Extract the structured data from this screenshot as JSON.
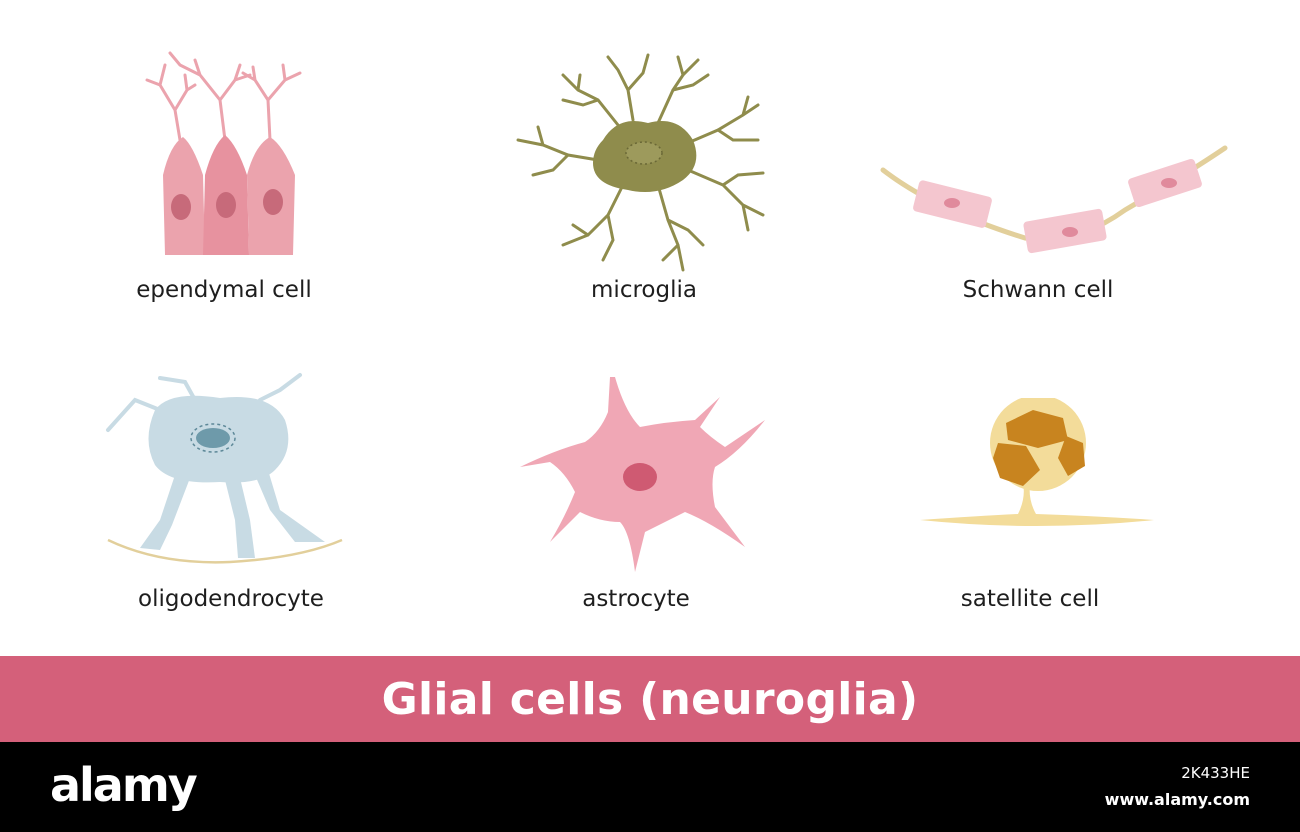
{
  "cells": [
    {
      "label": "ependymal cell"
    },
    {
      "label": "microglia"
    },
    {
      "label": "Schwann cell"
    },
    {
      "label": "oligodendrocyte"
    },
    {
      "label": "astrocyte"
    },
    {
      "label": "satellite cell"
    }
  ],
  "banner": {
    "title": "Glial cells (neuroglia)",
    "color": "#d4607a"
  },
  "footer": {
    "logo": "alamy",
    "image_id": "2K433HE",
    "url": "www.alamy.com",
    "color": "#000000"
  },
  "colors": {
    "ependymal": "#eba3ad",
    "ependymal_nucleus": "#c76a7a",
    "microglia": "#8f8c4c",
    "schwann": "#f4c6cf",
    "axon": "#e2cf9b",
    "oligodendrocyte": "#c8dbe4",
    "oligo_nucleus": "#6e9aaa",
    "astrocyte": "#f0a7b5",
    "astro_nucleus": "#cf5a72",
    "satellite": "#f3dc9a",
    "satellite_dark": "#c8841f"
  }
}
